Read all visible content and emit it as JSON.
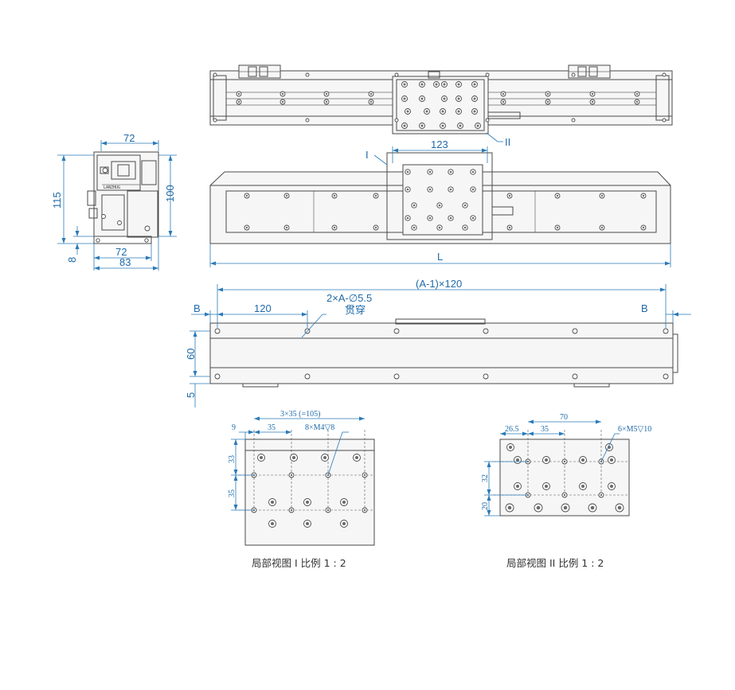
{
  "side_view": {
    "dim_width_top": "72",
    "dim_height_total": "115",
    "dim_height_body": "100",
    "dim_base_height": "8",
    "dim_width_bottom_inner": "72",
    "dim_width_bottom_outer": "83",
    "logo_text": "LANZHUG"
  },
  "top_view": {
    "callout_ii": "II"
  },
  "front_view": {
    "callout_i": "I",
    "dim_carriage_width": "123",
    "dim_length": "L"
  },
  "bottom_view": {
    "dim_pitch_total": "(A-1)×120",
    "dim_b_left": "B",
    "dim_b_right": "B",
    "dim_first_pitch": "120",
    "hole_note_line1": "2×A-∅5.5",
    "hole_note_line2": "贯穿",
    "dim_height": "60",
    "dim_offset": "5"
  },
  "detail_i": {
    "dim_pitch_total": "3×35 (=105)",
    "dim_edge": "9",
    "dim_pitch": "35",
    "hole_note": "8×M4▽8",
    "dim_row1": "33",
    "dim_row2": "35",
    "caption": "局部视图 I  比例 1 : 2"
  },
  "detail_ii": {
    "dim_span": "70",
    "dim_edge": "26.5",
    "dim_pitch": "35",
    "hole_note": "6×M5▽10",
    "dim_row1": "32",
    "dim_row2": "20",
    "caption": "局部视图 II  比例 1 : 2"
  }
}
